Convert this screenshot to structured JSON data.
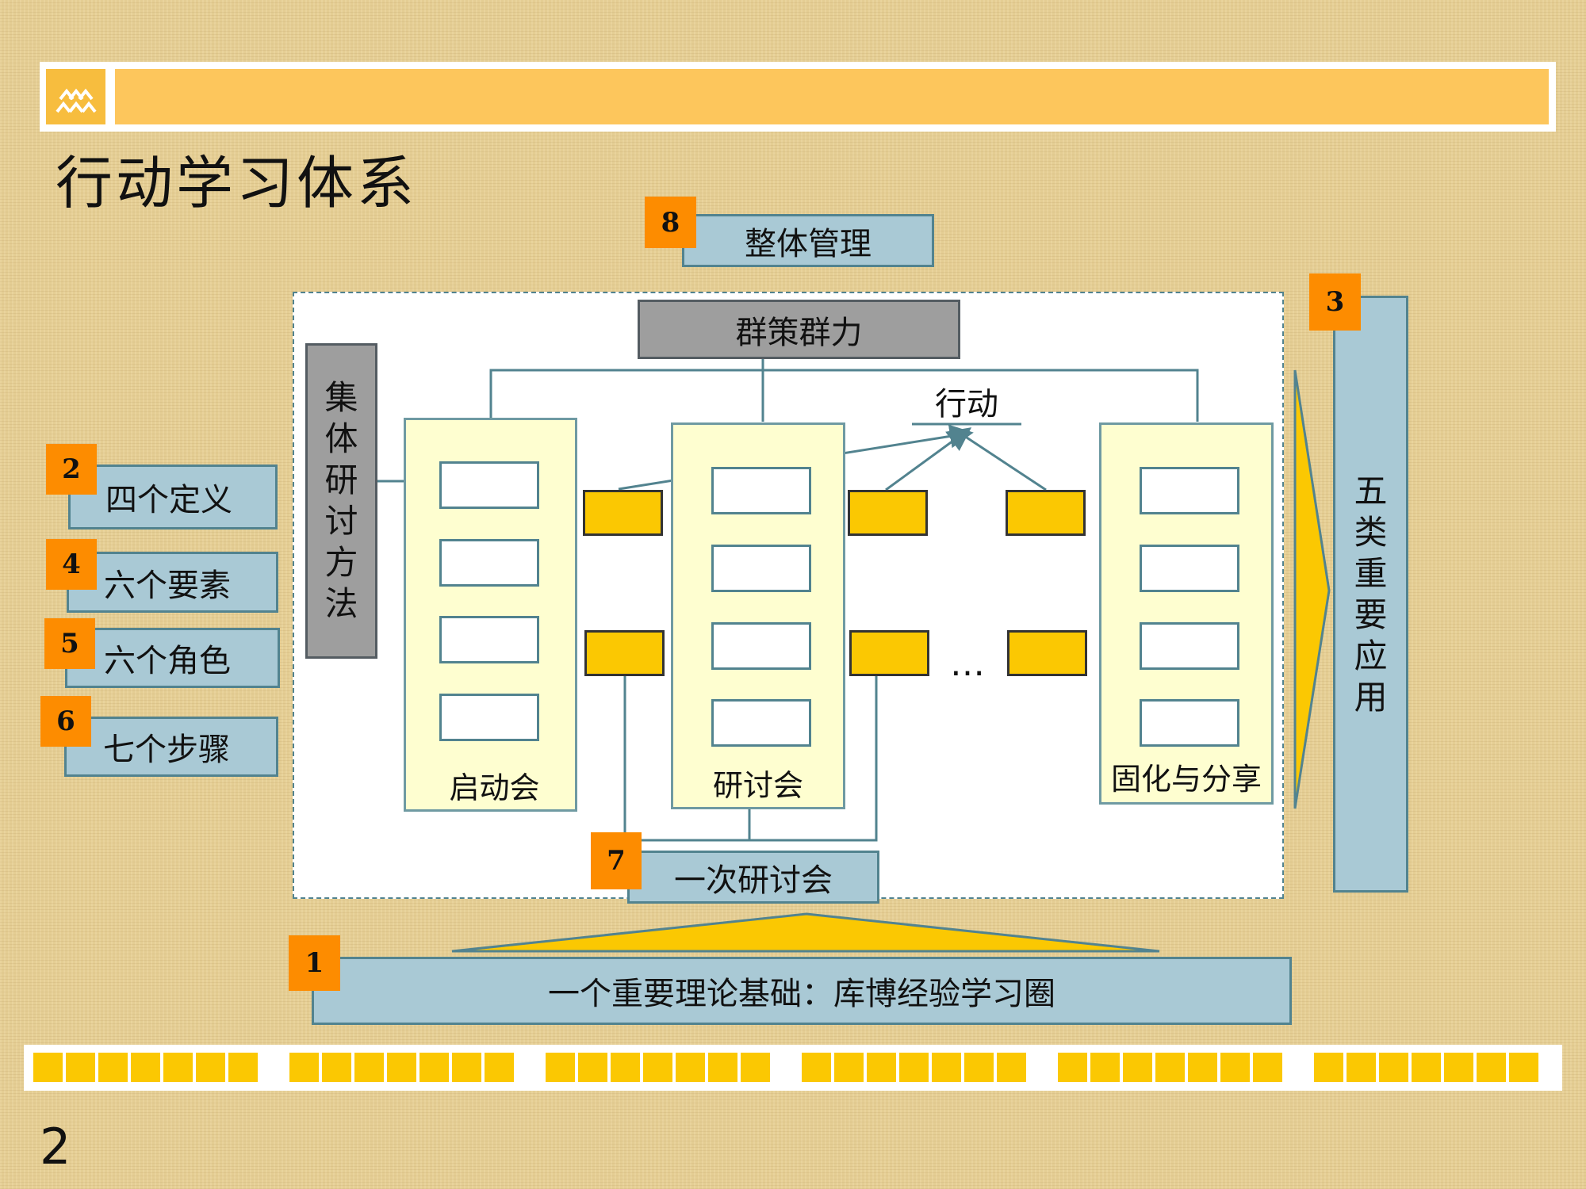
{
  "slide": {
    "title": "行动学习体系",
    "page_number": "2"
  },
  "badges": {
    "b1": "1",
    "b2": "2",
    "b3": "3",
    "b4": "4",
    "b5": "5",
    "b6": "6",
    "b7": "7",
    "b8": "8"
  },
  "top": {
    "overall_management": "整体管理",
    "group_power": "群策群力",
    "action": "行动"
  },
  "left": {
    "collective_method": [
      "集",
      "体",
      "研",
      "讨",
      "方",
      "法"
    ]
  },
  "left_items": {
    "four_definitions": "四个定义",
    "six_elements": "六个要素",
    "six_roles": "六个角色",
    "seven_steps": "七个步骤"
  },
  "right": {
    "five_applications": [
      "五",
      "类",
      "重",
      "要",
      "应",
      "用"
    ]
  },
  "columns": {
    "kickoff": "启动会",
    "seminar": "研讨会",
    "consolidate": "固化与分享"
  },
  "ellipsis": "…",
  "bottom": {
    "one_seminar": "一次研讨会",
    "theory": "一个重要理论基础：库博经验学习圈"
  },
  "colors": {
    "accent_orange": "#fd8c00",
    "box_blue": "#a9c9d5",
    "box_yellow": "#fbc802",
    "header_gold": "#fdc65c"
  }
}
